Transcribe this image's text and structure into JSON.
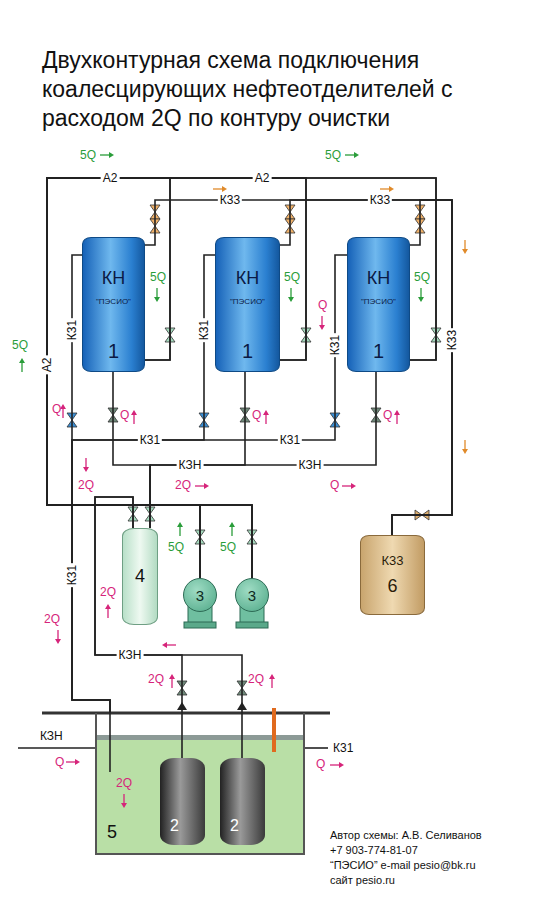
{
  "diagram": {
    "title": "Двухконтурная схема подключения коалесцирующих нефтеотделителей с расходом 2Q по контуру очистки",
    "nodes": [
      {
        "text": [
          "КН",
          "\"ПЭСИО\"",
          "1"
        ]
      },
      {
        "text": [
          "КН",
          "\"ПЭСИО\"",
          "1"
        ]
      },
      {
        "text": [
          "КН",
          "\"ПЭСИО\"",
          "1"
        ]
      },
      {
        "text": [
          "4"
        ]
      },
      {
        "text": [
          "3"
        ]
      },
      {
        "text": [
          "3"
        ]
      },
      {
        "text": [
          "К33",
          "6"
        ]
      },
      {
        "text": [
          "5"
        ]
      },
      {
        "text": [
          "2"
        ],
        "in": 7
      },
      {
        "text": [
          "2"
        ],
        "in": 7
      }
    ],
    "edges": [
      {
        "from": 8,
        "to": 3,
        "arrow": "none"
      },
      {
        "from": 9,
        "to": 3,
        "arrow": "none"
      },
      {
        "from": 3,
        "to": 0,
        "arrow": "none"
      },
      {
        "from": 3,
        "to": 1,
        "arrow": "none"
      },
      {
        "from": 3,
        "to": 2,
        "arrow": "none"
      },
      {
        "from": 0,
        "to": 7,
        "arrow": "none"
      },
      {
        "from": 1,
        "to": 7,
        "arrow": "none"
      },
      {
        "from": 2,
        "to": 7,
        "arrow": "none"
      },
      {
        "from": 0,
        "to": 6,
        "arrow": "none"
      },
      {
        "from": 1,
        "to": 6,
        "arrow": "none"
      },
      {
        "from": 2,
        "to": 6,
        "arrow": "none"
      },
      {
        "from": 4,
        "to": 0,
        "arrow": "none"
      },
      {
        "from": 4,
        "to": 1,
        "arrow": "none"
      },
      {
        "from": 4,
        "to": 2,
        "arrow": "none"
      },
      {
        "from": 5,
        "to": 0,
        "arrow": "none"
      },
      {
        "from": 5,
        "to": 1,
        "arrow": "none"
      },
      {
        "from": 5,
        "to": 2,
        "arrow": "none"
      }
    ],
    "labels": [
      "5Q",
      "5Q",
      "А2",
      "А2",
      "К33",
      "К33",
      "5Q",
      "5Q",
      "5Q",
      "5Q",
      "К31",
      "К31",
      "К31",
      "А2",
      "К33",
      "Q",
      "Q",
      "Q",
      "Q",
      "Q",
      "К31",
      "К31",
      "КЗН",
      "КЗН",
      "2Q",
      "2Q",
      "Q",
      "К31",
      "2Q",
      "2Q",
      "5Q",
      "5Q",
      "КЗН",
      "2Q",
      "2Q",
      "КЗН",
      "Q",
      "К31",
      "Q",
      "2Q",
      "Автор схемы: А.В. Селиванов",
      "+7 903-774-81-07",
      "“ПЭСИО” e-mail pesio@bk.ru",
      "сайт pesio.ru"
    ]
  }
}
